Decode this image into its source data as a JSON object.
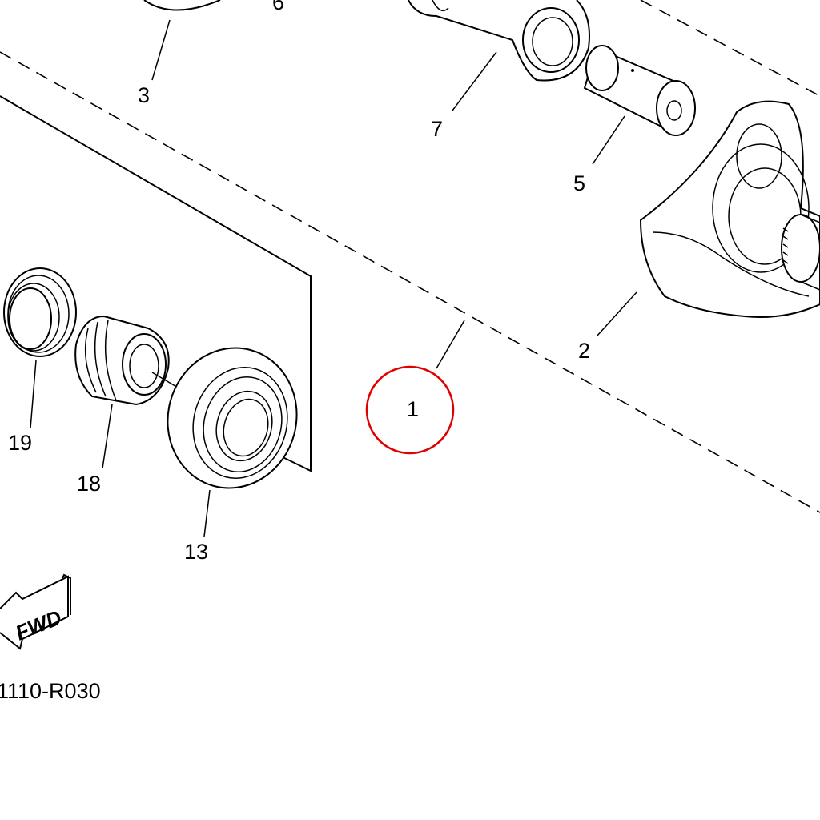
{
  "diagram": {
    "callouts": [
      {
        "id": "6",
        "label": "6"
      },
      {
        "id": "3",
        "label": "3"
      },
      {
        "id": "7",
        "label": "7"
      },
      {
        "id": "5",
        "label": "5"
      },
      {
        "id": "2",
        "label": "2"
      },
      {
        "id": "1",
        "label": "1"
      },
      {
        "id": "19",
        "label": "19"
      },
      {
        "id": "18",
        "label": "18"
      },
      {
        "id": "13",
        "label": "13"
      }
    ],
    "direction_arrow": "FWD",
    "figure_code": "1110-R030",
    "highlight_color": "#e00000",
    "highlighted_callout": "1"
  }
}
